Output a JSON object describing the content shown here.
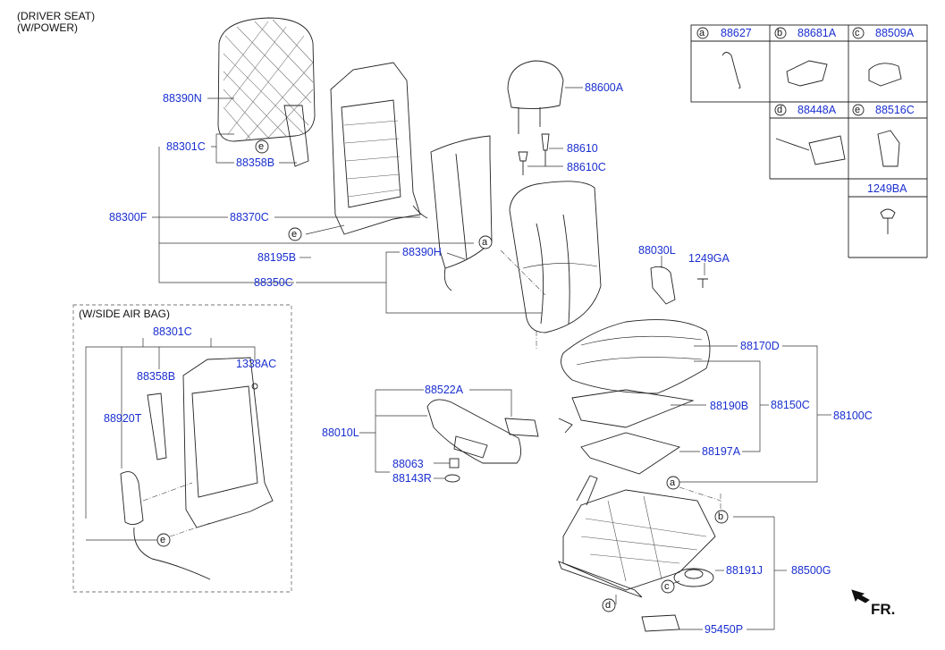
{
  "header": {
    "line1": "(DRIVER SEAT)",
    "line2": "(W/POWER)"
  },
  "inset": {
    "title": "(W/SIDE AIR BAG)"
  },
  "front_label": "FR.",
  "callouts": {
    "a": "a",
    "b": "b",
    "c": "c",
    "d": "d",
    "e": "e"
  },
  "legend": [
    {
      "letter": "a",
      "code": "88627"
    },
    {
      "letter": "b",
      "code": "88681A"
    },
    {
      "letter": "c",
      "code": "88509A"
    },
    {
      "letter": "d",
      "code": "88448A"
    },
    {
      "letter": "e",
      "code": "88516C"
    },
    {
      "letter": "",
      "code": "1249BA"
    }
  ],
  "parts": {
    "p88390N": "88390N",
    "p88301C_top": "88301C",
    "p88358B_top": "88358B",
    "p88300F": "88300F",
    "p88370C": "88370C",
    "p88195B": "88195B",
    "p88390H": "88390H",
    "p88350C": "88350C",
    "p88600A": "88600A",
    "p88610": "88610",
    "p88610C": "88610C",
    "p88030L": "88030L",
    "p1249GA": "1249GA",
    "p88170D": "88170D",
    "p88190B": "88190B",
    "p88150C": "88150C",
    "p88100C": "88100C",
    "p88197A": "88197A",
    "p88522A": "88522A",
    "p88010L": "88010L",
    "p88063": "88063",
    "p88143R": "88143R",
    "p88301C_inset": "88301C",
    "p88358B_inset": "88358B",
    "p1338AC": "1338AC",
    "p88920T": "88920T",
    "p88191J": "88191J",
    "p88500G": "88500G",
    "p95450P": "95450P"
  }
}
